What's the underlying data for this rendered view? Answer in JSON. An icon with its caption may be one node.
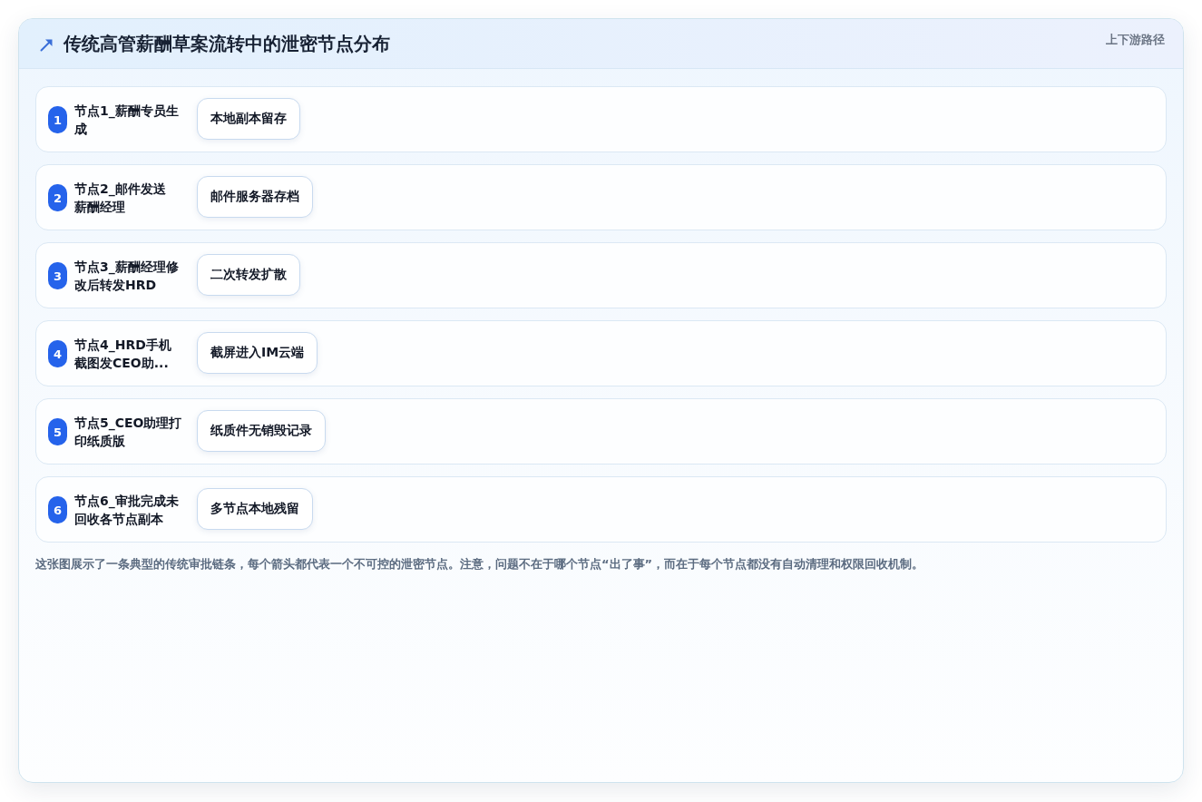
{
  "diagram": {
    "title": "传统高管薪酬草案流转中的泄密节点分布",
    "nodes": [
      {
        "text": [
          "节点1_薪酬专员生成"
        ]
      },
      {
        "text": [
          "1"
        ],
        "in": 0
      },
      {
        "text": [
          "本地副本留存"
        ],
        "in": 0
      },
      {
        "text": [
          "节点2_邮件发送薪酬经理"
        ]
      },
      {
        "text": [
          "2"
        ],
        "in": 3
      },
      {
        "text": [
          "邮件服务器存档"
        ],
        "in": 3
      },
      {
        "text": [
          "节点3_薪酬经理修改后转发HRD"
        ]
      },
      {
        "text": [
          "3"
        ],
        "in": 6
      },
      {
        "text": [
          "二次转发扩散"
        ],
        "in": 6
      },
      {
        "text": [
          "节点4_HRD手机截图发CEO助..."
        ]
      },
      {
        "text": [
          "4"
        ],
        "in": 9
      },
      {
        "text": [
          "截屏进入IM云端"
        ],
        "in": 9
      },
      {
        "text": [
          "节点5_CEO助理打印纸质版"
        ]
      },
      {
        "text": [
          "5"
        ],
        "in": 12
      },
      {
        "text": [
          "纸质件无销毁记录"
        ],
        "in": 12
      },
      {
        "text": [
          "节点6_审批完成未回收各节点副本"
        ]
      },
      {
        "text": [
          "6"
        ],
        "in": 15
      },
      {
        "text": [
          "多节点本地残留"
        ],
        "in": 15
      }
    ],
    "labels": [
      "上下游路径"
    ],
    "caption": "这张图展示了一条典型的传统审批链条，每个箭头都代表一个不可控的泄密节点。注意，问题不在于哪个节点“出了事”，而在于每个节点都没有自动清理和权限回收机制。"
  }
}
